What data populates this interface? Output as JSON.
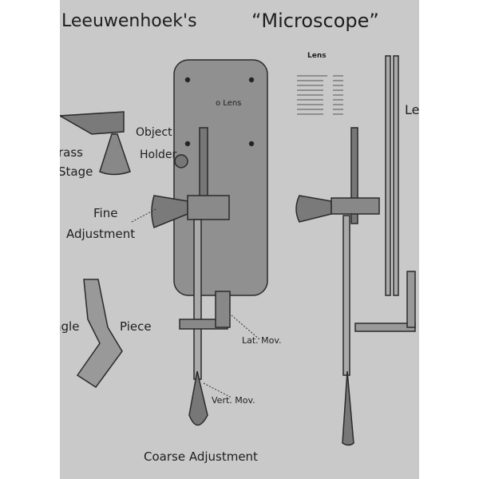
{
  "title": {
    "part1": "Leeuwenhoek's",
    "part2": "“Microscope”"
  },
  "labels": {
    "lens": "o Lens",
    "object_holder_1": "Object",
    "object_holder_2": "Holder",
    "brass_stage_1": "rass",
    "brass_stage_2": "Stage",
    "fine_adjustment_1": "Fine",
    "fine_adjustment_2": "Adjustment",
    "angle_piece_1": "ngle",
    "angle_piece_2": "Piece",
    "lat_mov": "Lat. Mov.",
    "vert_mov": "Vert. Mov.",
    "coarse_adjustment": "Coarse Adjustment",
    "lens_table_title": "Lens",
    "right_edge_label": "Le"
  },
  "colors": {
    "paper": "#c9c9c9",
    "ink": "#1e1e1e",
    "metal": "#8a8a8a"
  }
}
